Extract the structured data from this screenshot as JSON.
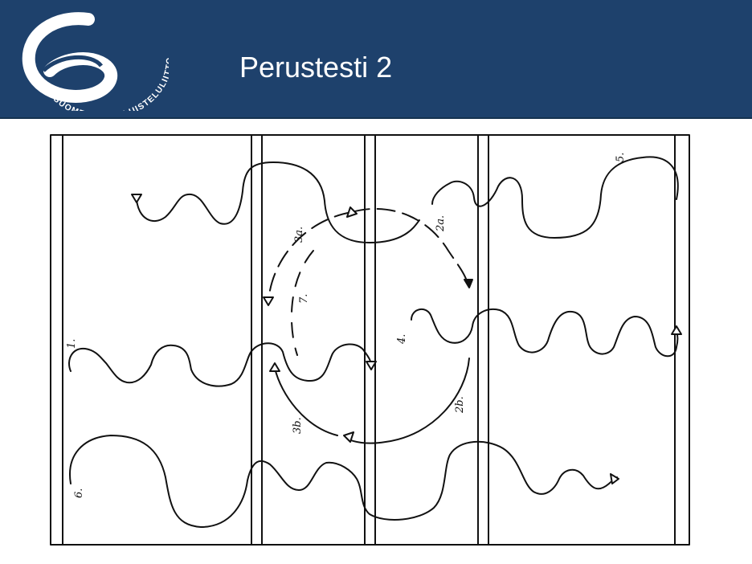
{
  "header": {
    "title": "Perustesti 2",
    "background": "#1e416c"
  },
  "logo": {
    "text": "SUOMEN TAITOLUISTELULIITTO"
  },
  "diagram": {
    "labels": {
      "l1": "1.",
      "l2a": "2a.",
      "l2b": "2b.",
      "l3a": "3a.",
      "l3b": "3b.",
      "l4": "4.",
      "l5": "5.",
      "l6": "6.",
      "l7": "7."
    }
  }
}
